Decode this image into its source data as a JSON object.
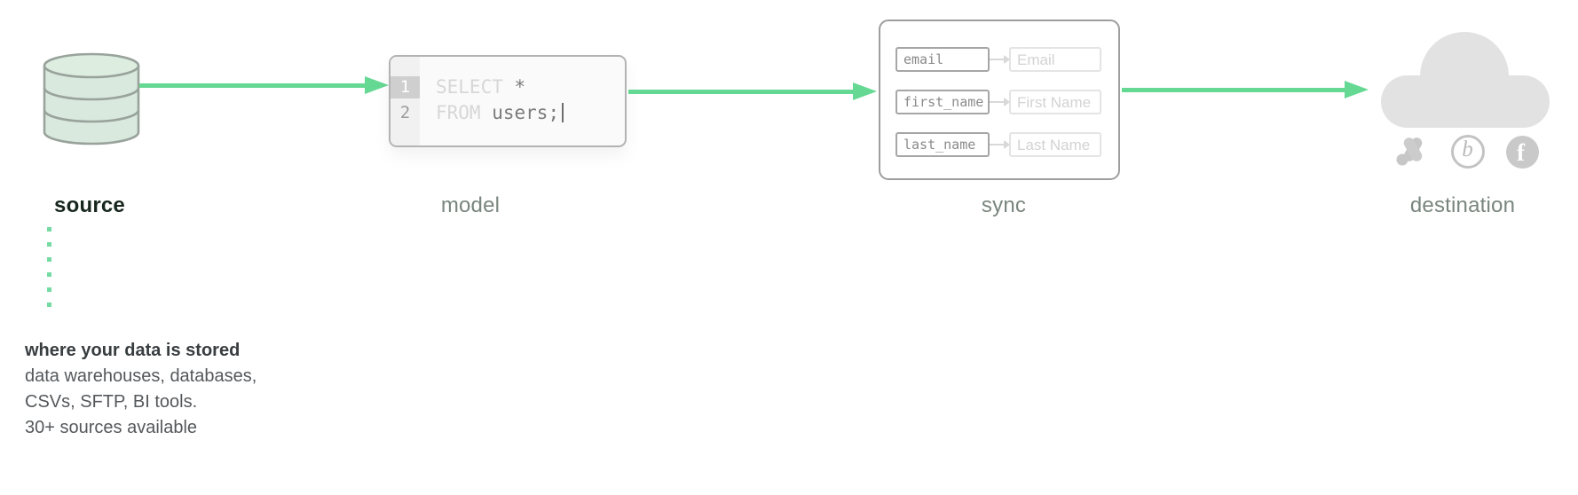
{
  "stages": [
    {
      "id": "source",
      "label": "source",
      "active": true
    },
    {
      "id": "model",
      "label": "model",
      "active": false
    },
    {
      "id": "sync",
      "label": "sync",
      "active": false
    },
    {
      "id": "destination",
      "label": "destination",
      "active": false
    }
  ],
  "model_editor": {
    "lines": [
      {
        "number": "1",
        "keyword": "SELECT",
        "code": "*",
        "highlighted": true
      },
      {
        "number": "2",
        "keyword": "FROM",
        "code": "users;",
        "highlighted": false
      }
    ]
  },
  "sync_mappings": [
    {
      "source_field": "email",
      "dest_field": "Email"
    },
    {
      "source_field": "first_name",
      "dest_field": "First Name"
    },
    {
      "source_field": "last_name",
      "dest_field": "Last Name"
    }
  ],
  "destination": {
    "apps": [
      {
        "icon": "google-ads-icon"
      },
      {
        "icon": "braze-icon",
        "glyph": "b"
      },
      {
        "icon": "facebook-icon",
        "glyph": "f"
      }
    ]
  },
  "source_details": {
    "heading": "where your data is stored",
    "lines": [
      "data warehouses, databases,",
      "CSVs, SFTP, BI tools.",
      "30+ sources available"
    ]
  },
  "icons": {
    "source": "database-icon",
    "destination": "cloud-icon",
    "connector": "arrow-right-icon"
  },
  "colors": {
    "arrow_green": "#65d893",
    "dot_green": "#74dba2",
    "db_fill": "#d9e9dd",
    "db_stroke": "#99a39c",
    "label_muted": "#79867e",
    "label_active": "#17271e",
    "cloud_gray": "#e2e2e2",
    "icon_gray": "#c7c7c7"
  }
}
